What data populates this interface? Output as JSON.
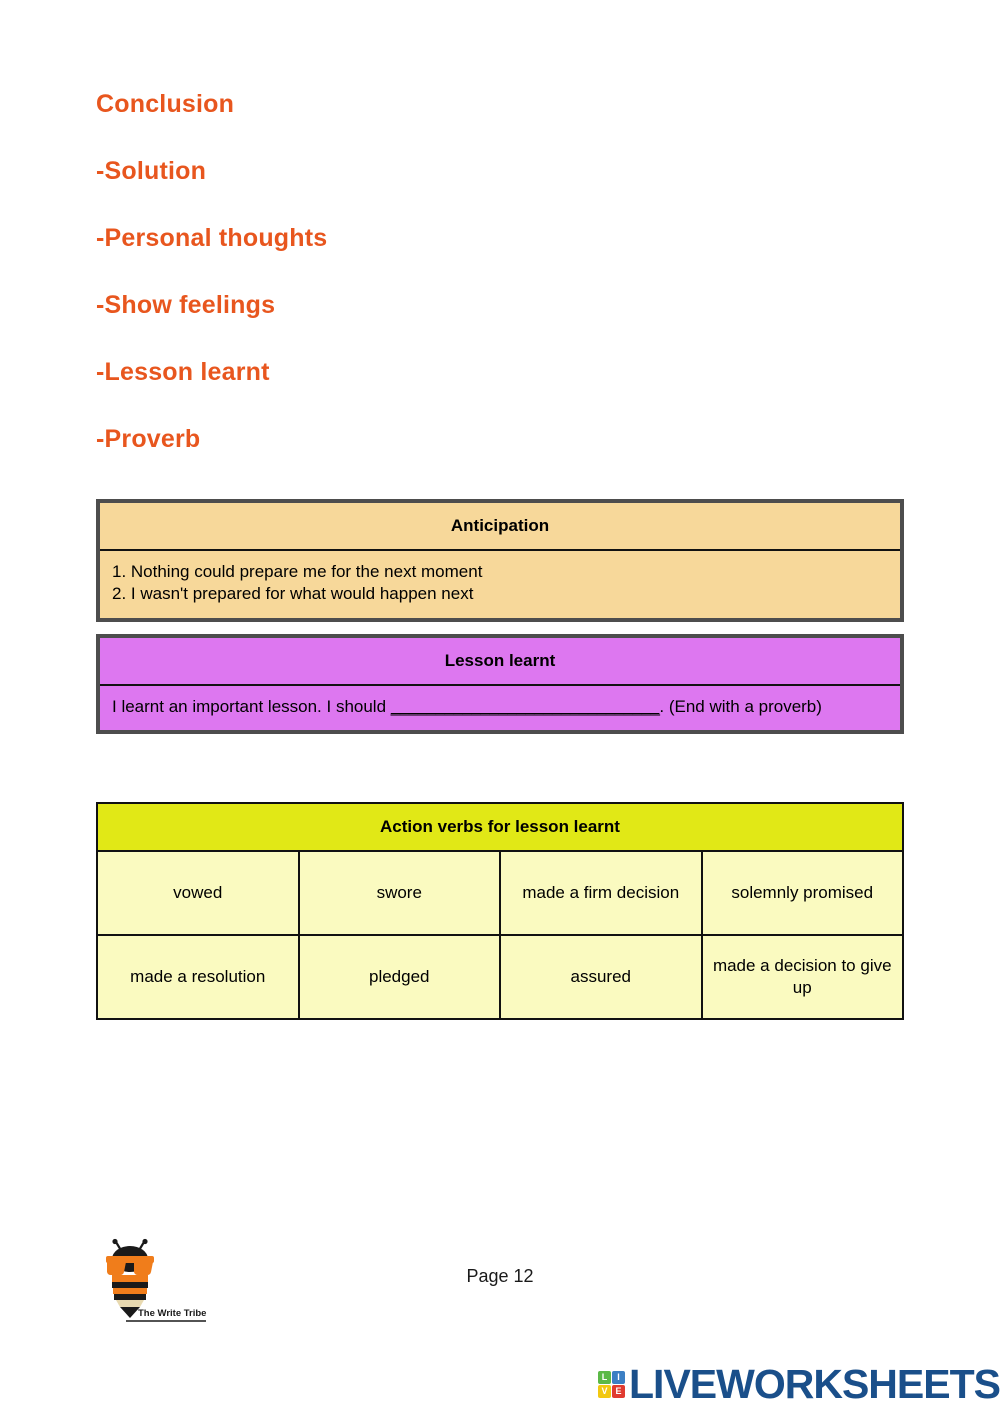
{
  "headings": [
    {
      "text": "Conclusion"
    },
    {
      "text": "-Solution"
    },
    {
      "text": "-Personal thoughts"
    },
    {
      "text": "-Show feelings"
    },
    {
      "text": "-Lesson learnt"
    },
    {
      "text": "-Proverb"
    }
  ],
  "colors": {
    "heading_orange": "#e8561e",
    "anticipation_fill": "#f7d89a",
    "lesson_learnt_fill": "#dd77f0",
    "action_verbs_header_fill": "#e1e816",
    "action_verbs_cell_fill": "#fafac0",
    "frame_gray": "#4d4d4d",
    "border_black": "#111111",
    "liveworksheets_blue": "#1a4f8a"
  },
  "anticipation_table": {
    "header": "Anticipation",
    "items": [
      "1. Nothing could prepare me for the next moment",
      "2. I wasn't prepared for what would happen next"
    ]
  },
  "lesson_learnt_table": {
    "header": "Lesson learnt",
    "sentence_before": "I learnt an important lesson. I should ",
    "blank": "______________________________",
    "sentence_after": ". (End with a proverb)"
  },
  "action_verbs_table": {
    "header": "Action verbs for lesson learnt",
    "rows": [
      [
        "vowed",
        "swore",
        "made a firm decision",
        "solemnly promised"
      ],
      [
        "made a resolution",
        "pledged",
        "assured",
        "made a decision to give up"
      ]
    ]
  },
  "footer": {
    "page_number": "Page 12",
    "write_tribe_logo_text": "The Write Tribe",
    "liveworksheets": {
      "grid_letters": [
        "L",
        "I",
        "V",
        "E"
      ],
      "wordmark": "LIVEWORKSHEETS"
    }
  }
}
